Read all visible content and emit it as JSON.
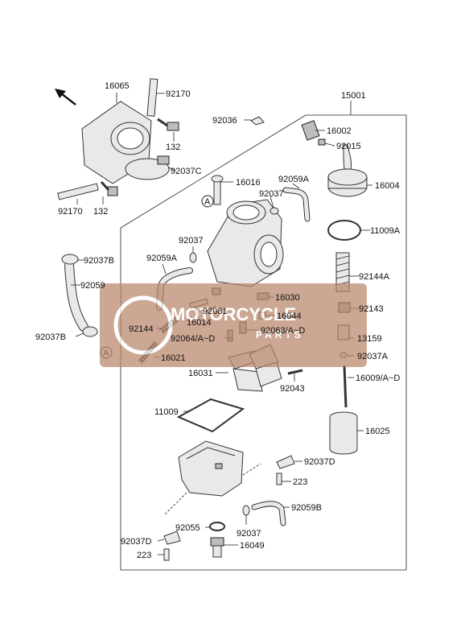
{
  "diagram": {
    "labels": {
      "l16065": "16065",
      "l92170a": "92170",
      "l92036": "92036",
      "l15001": "15001",
      "l16002": "16002",
      "l92015": "92015",
      "l132a": "132",
      "l92037c": "92037C",
      "l16016": "16016",
      "l92059a_top": "92059A",
      "l92037_top": "92037",
      "l16004": "16004",
      "l92170b": "92170",
      "l132b": "132",
      "l11009a": "11009A",
      "l92037b_top": "92037B",
      "l92037_mid": "92037",
      "l92059a_left": "92059A",
      "l92059": "92059",
      "l92144a": "92144A",
      "l16030": "16030",
      "l92081": "92081",
      "l92143": "92143",
      "l16044": "16044",
      "l92144": "92144",
      "l16014": "16014",
      "l92063": "92063/A~D",
      "l92037b_bot": "92037B",
      "l92064": "92064/A~D",
      "l13159": "13159",
      "l16021": "16021",
      "l92037a": "92037A",
      "l16031": "16031",
      "l16009": "16009/A~D",
      "l92043": "92043",
      "l11009": "11009",
      "l16025": "16025",
      "l92037d_r": "92037D",
      "l223_r": "223",
      "l92059b": "92059B",
      "l92055": "92055",
      "l92037_bot": "92037",
      "l92037d_l": "92037D",
      "l16049": "16049",
      "l223_l": "223"
    },
    "markers": {
      "ref_a": "A"
    }
  },
  "watermark": {
    "brand": "MOTORCYCLE",
    "sub": "PARTS",
    "color": "#b9876b"
  }
}
